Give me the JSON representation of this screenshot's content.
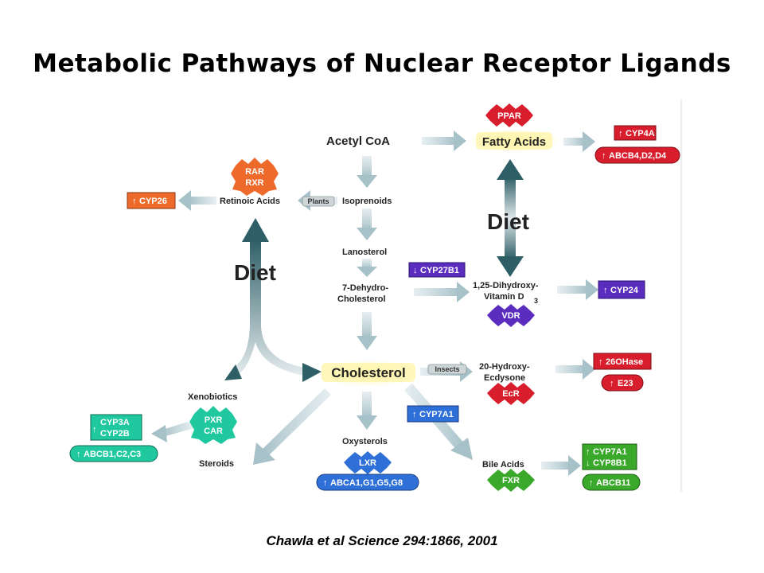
{
  "title": "Metabolic Pathways of Nuclear Receptor Ligands",
  "citation": "Chawla et al Science 294:1866, 2001",
  "colors": {
    "red": "#d81e2c",
    "orange": "#ee6a2b",
    "purple": "#5b2dbf",
    "blue": "#2f6fd8",
    "teal": "#20c8a0",
    "green": "#3aa82a",
    "highlight": "#fff6b0",
    "arrow": "#b9cfd6"
  },
  "nodes": {
    "acetyl_coa": "Acetyl CoA",
    "fatty_acids": "Fatty Acids",
    "isoprenoids": "Isoprenoids",
    "retinoic_acids": "Retinoic Acids",
    "lanosterol": "Lanosterol",
    "dehydro_1": "7-Dehydro-",
    "dehydro_2": "Cholesterol",
    "cholesterol": "Cholesterol",
    "vitd_1": "1,25-Dihydroxy-",
    "vitd_2": "Vitamin D",
    "vitd_sub": "3",
    "hydroxy_1": "20-Hydroxy-",
    "hydroxy_2": "Ecdysone",
    "xenobiotics": "Xenobiotics",
    "steroids": "Steroids",
    "oxysterols": "Oxysterols",
    "bile_acids": "Bile Acids",
    "diet_left": "Diet",
    "diet_right": "Diet",
    "plants": "Plants",
    "insects": "Insects"
  },
  "receptors": {
    "ppar": "PPAR",
    "rar": "RAR",
    "rxr": "RXR",
    "vdr": "VDR",
    "ecr": "EcR",
    "pxr": "PXR",
    "car": "CAR",
    "lxr": "LXR",
    "fxr": "FXR"
  },
  "genes": {
    "cyp4a": "CYP4A",
    "abcb4": "ABCB4,D2,D4",
    "cyp26": "CYP26",
    "cyp27b1": "CYP27B1",
    "cyp24": "CYP24",
    "ohase": "26OHase",
    "e23": "E23",
    "cyp7a1_mid": "CYP7A1",
    "cyp3a": "CYP3A",
    "cyp2b": "CYP2B",
    "abcb1": "ABCB1,C2,C3",
    "abca1": "ABCA1,G1,G5,G8",
    "cyp7a1_right": "CYP7A1",
    "cyp8b1": "CYP8B1",
    "abcb11": "ABCB11"
  },
  "arrows": {
    "up": "up-arrow-icon",
    "down": "down-arrow-icon"
  }
}
